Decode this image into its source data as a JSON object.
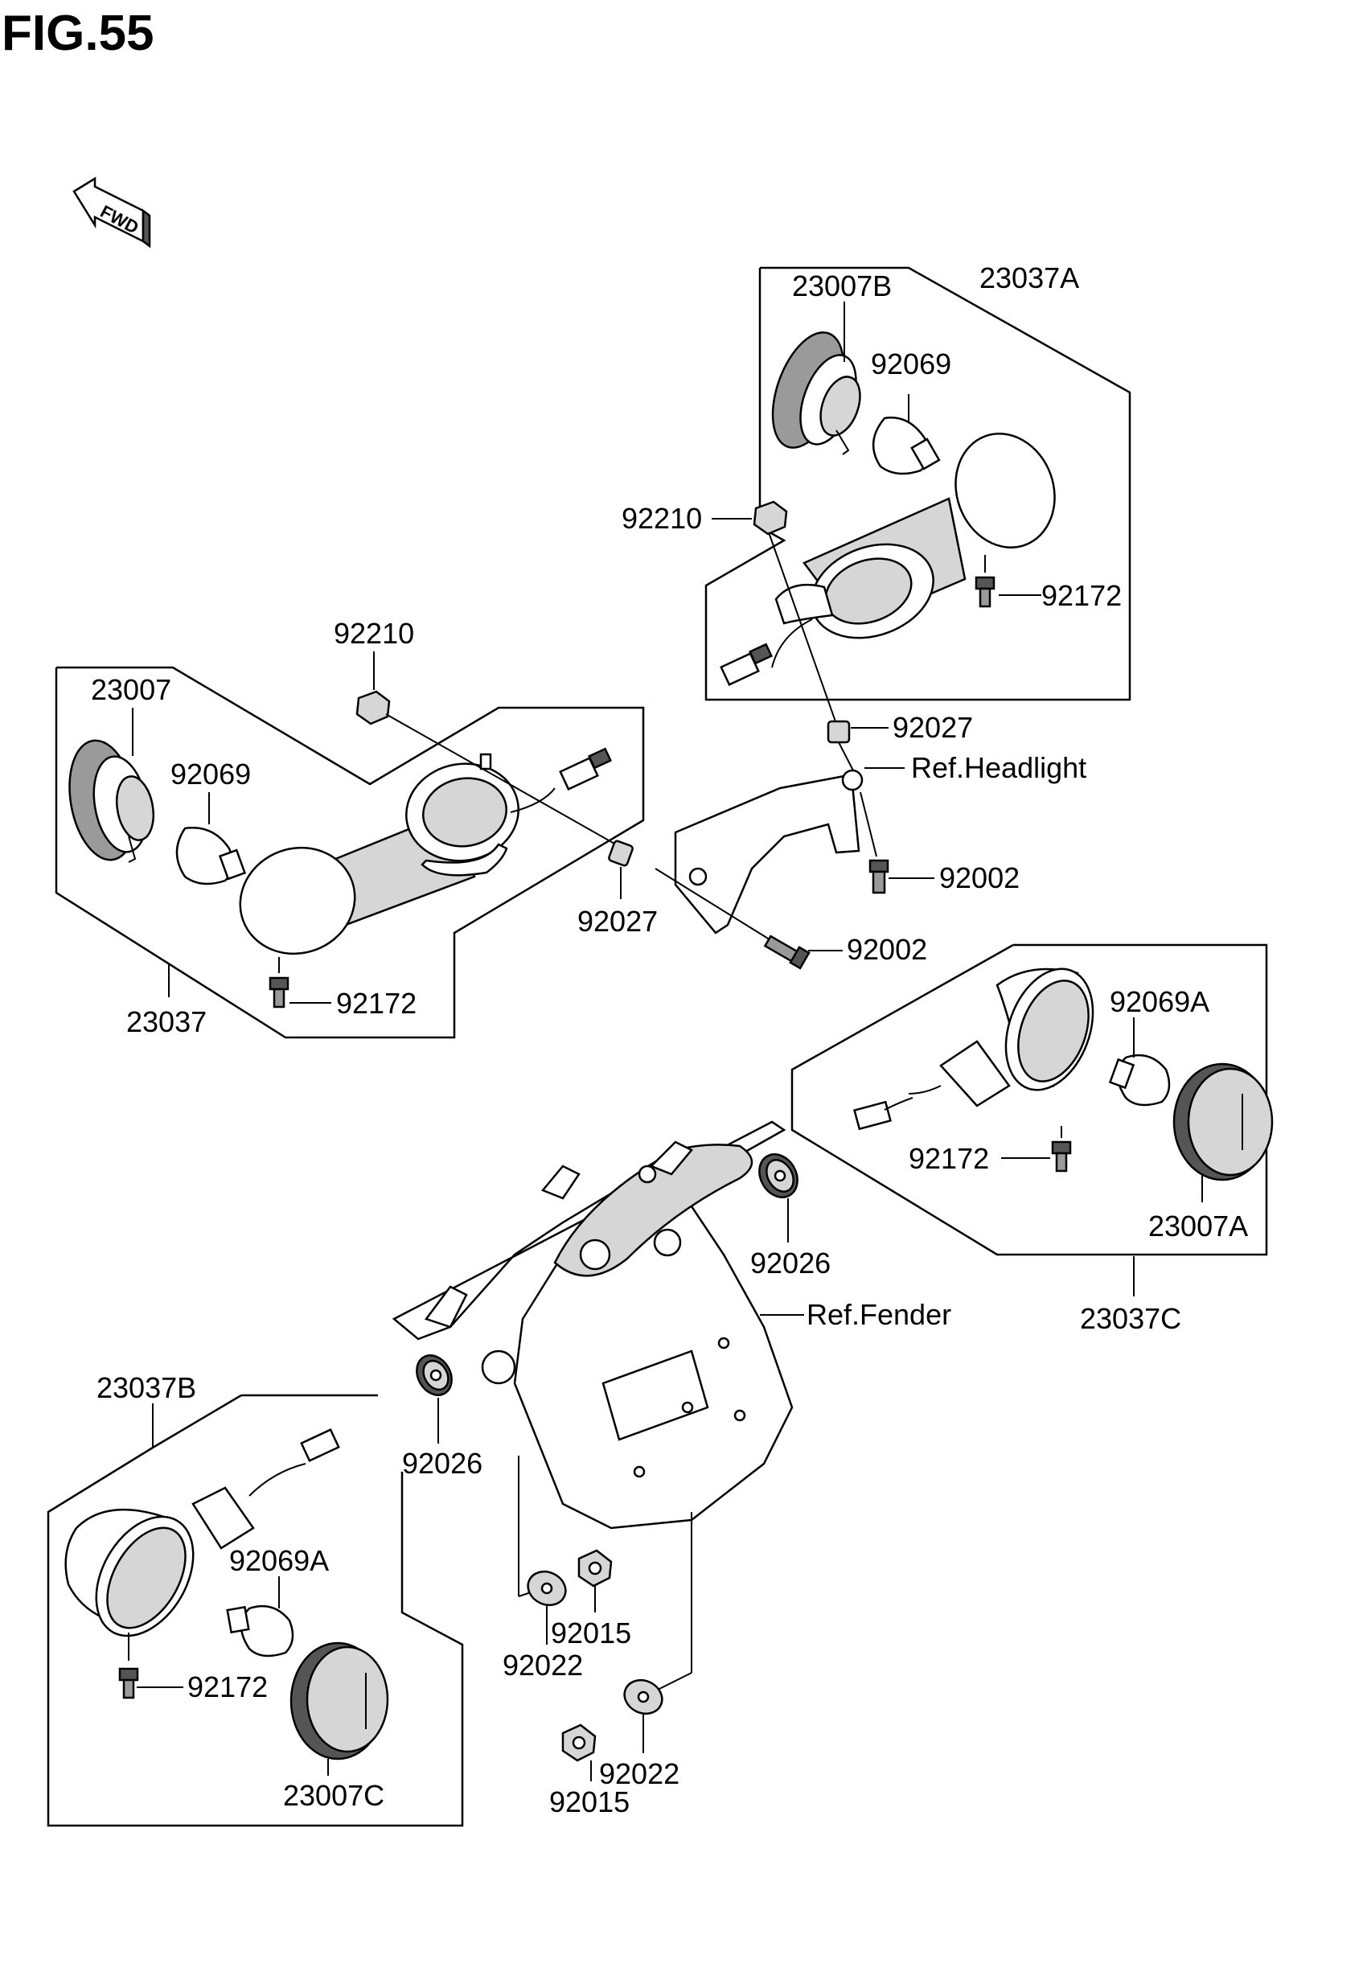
{
  "figure_title": "FIG.55",
  "fwd_label": "FWD",
  "labels": {
    "l_23007B": "23007B",
    "l_23037A": "23037A",
    "l_92069_top": "92069",
    "l_92210_top": "92210",
    "l_92172_top": "92172",
    "l_92027_top": "92027",
    "l_ref_headlight": "Ref.Headlight",
    "l_92002_a": "92002",
    "l_92210_left": "92210",
    "l_23007": "23007",
    "l_92069_left": "92069",
    "l_92027_left": "92027",
    "l_92002_b": "92002",
    "l_92172_left": "92172",
    "l_23037": "23037",
    "l_92069A_right": "92069A",
    "l_92172_right": "92172",
    "l_23007A": "23007A",
    "l_92026_right": "92026",
    "l_ref_fender": "Ref.Fender",
    "l_23037C": "23037C",
    "l_23037B": "23037B",
    "l_92026_left": "92026",
    "l_92069A_left": "92069A",
    "l_92172_bl": "92172",
    "l_23007C": "23007C",
    "l_92015_a": "92015",
    "l_92022_a": "92022",
    "l_92022_b": "92022",
    "l_92015_b": "92015"
  }
}
